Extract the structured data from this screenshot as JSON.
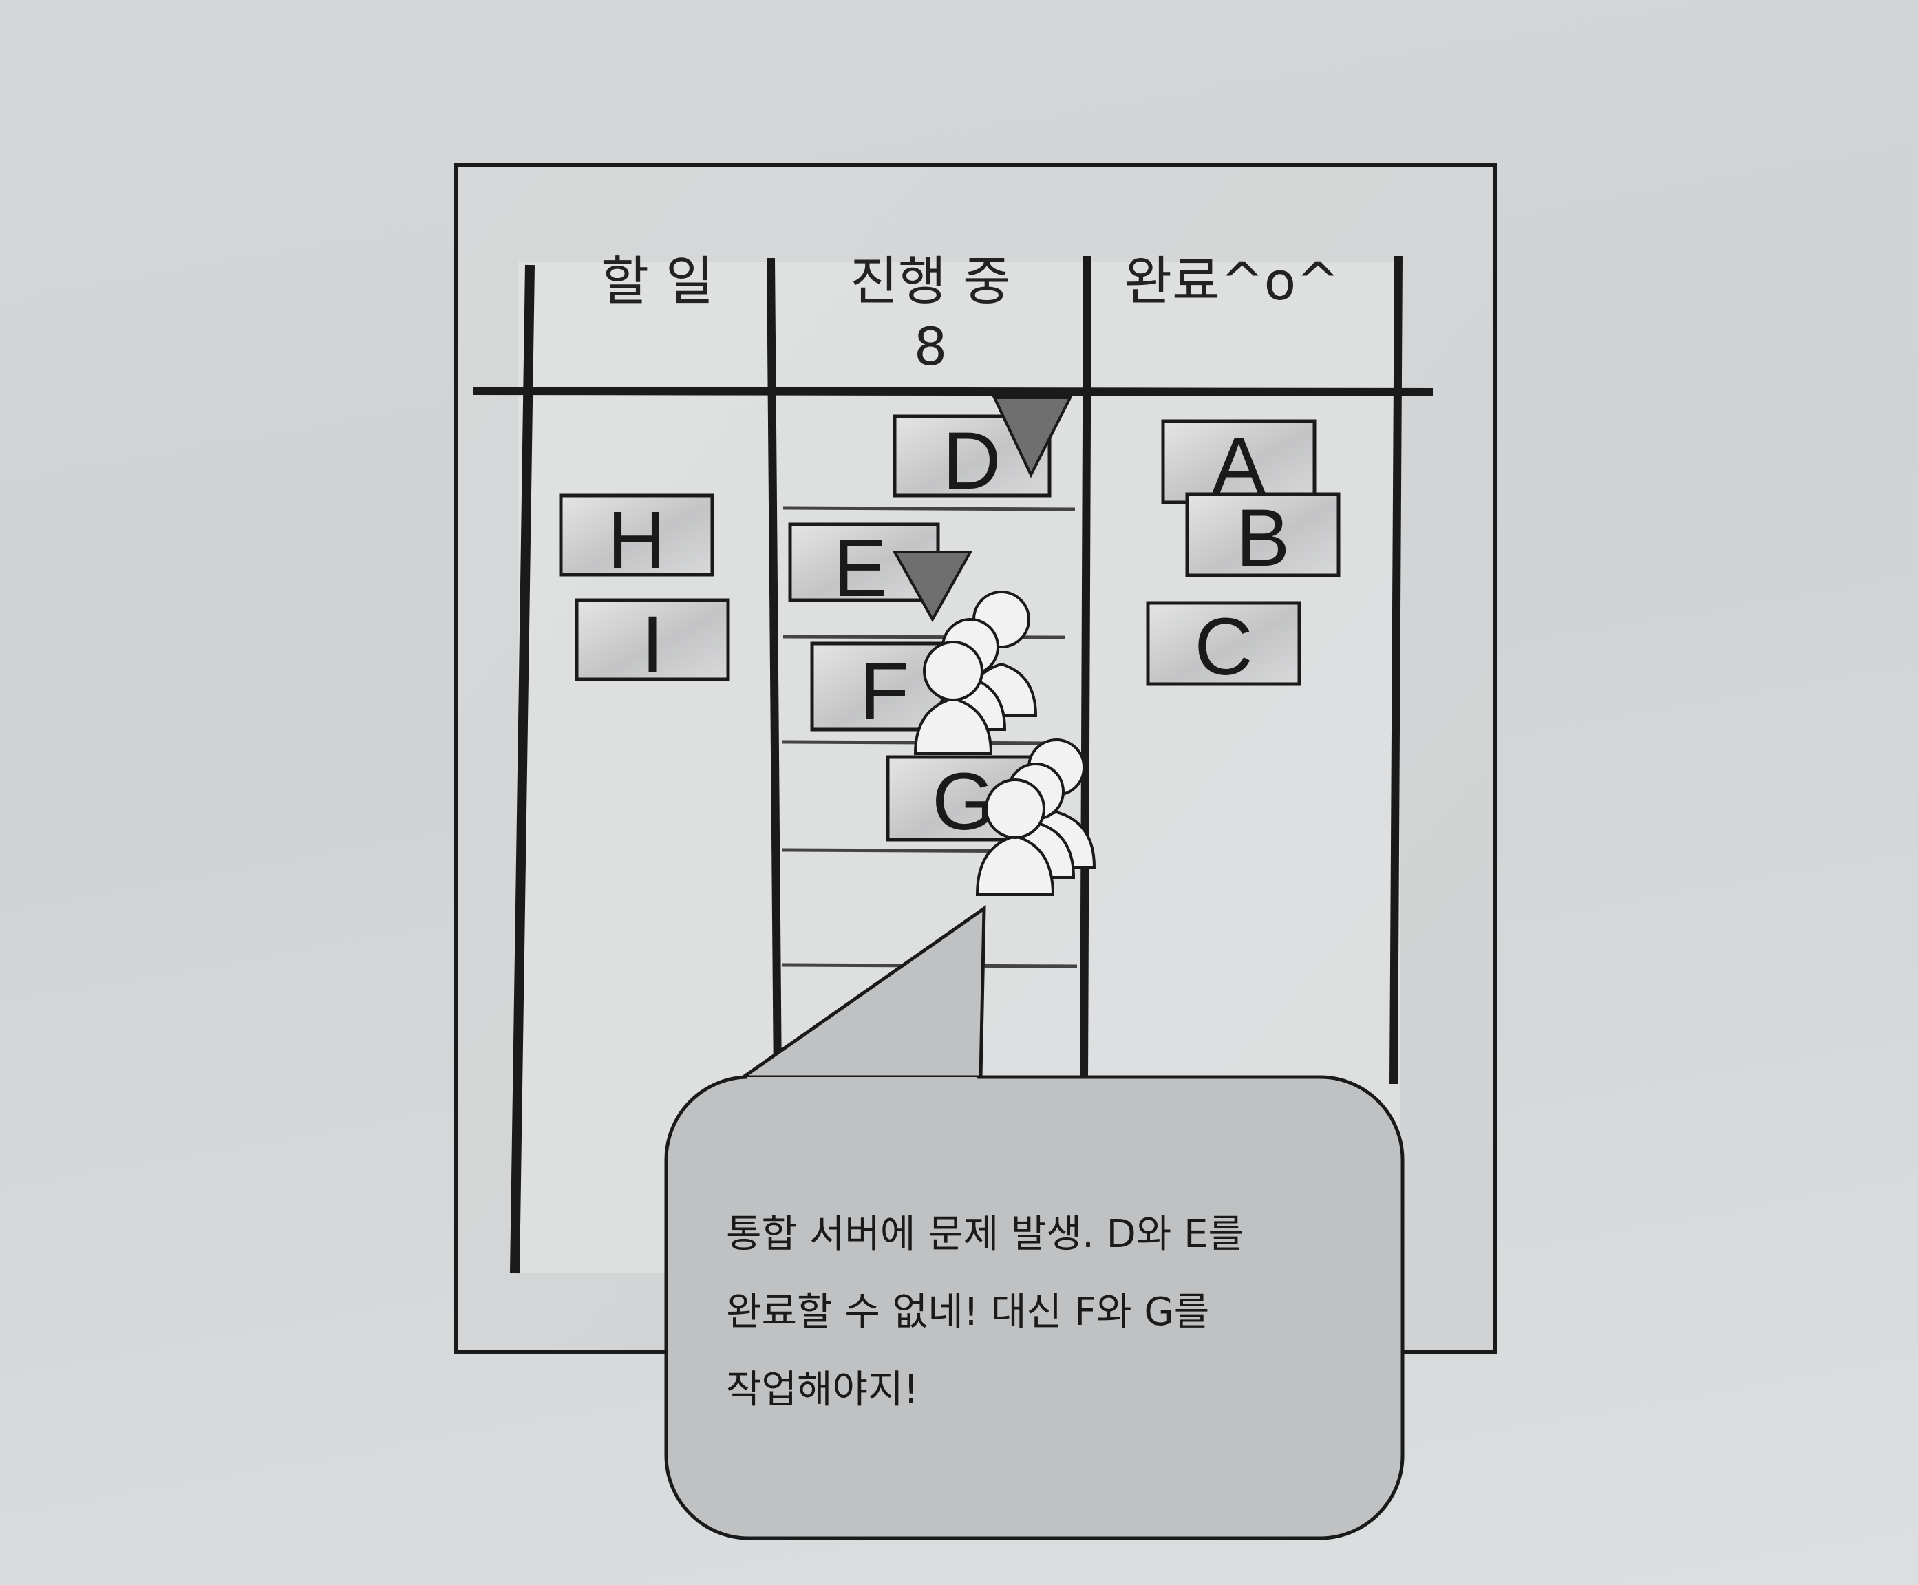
{
  "board": {
    "columns": [
      {
        "id": "todo",
        "title": "할 일",
        "wip_limit": ""
      },
      {
        "id": "in_progress",
        "title": "진행 중",
        "wip_limit": "8"
      },
      {
        "id": "done",
        "title": "완료^o^",
        "wip_limit": ""
      }
    ],
    "cards": {
      "todo": [
        "H",
        "I"
      ],
      "in_progress": [
        "D",
        "E",
        "F",
        "G"
      ],
      "done": [
        "A",
        "B",
        "C"
      ]
    },
    "blocked_cards": [
      "D",
      "E"
    ]
  },
  "callout": {
    "lines": [
      "통합 서버에 문제 발생. D와 E를",
      "완료할 수 없네! 대신 F와 G를",
      "작업해야지!"
    ]
  },
  "colors": {
    "board_bg": "#d2d4d5",
    "card_fill": "#c9cacb",
    "blocker": "#6f6f6f",
    "bubble_fill": "#bdbebf",
    "outline": "#1a1a1a"
  }
}
